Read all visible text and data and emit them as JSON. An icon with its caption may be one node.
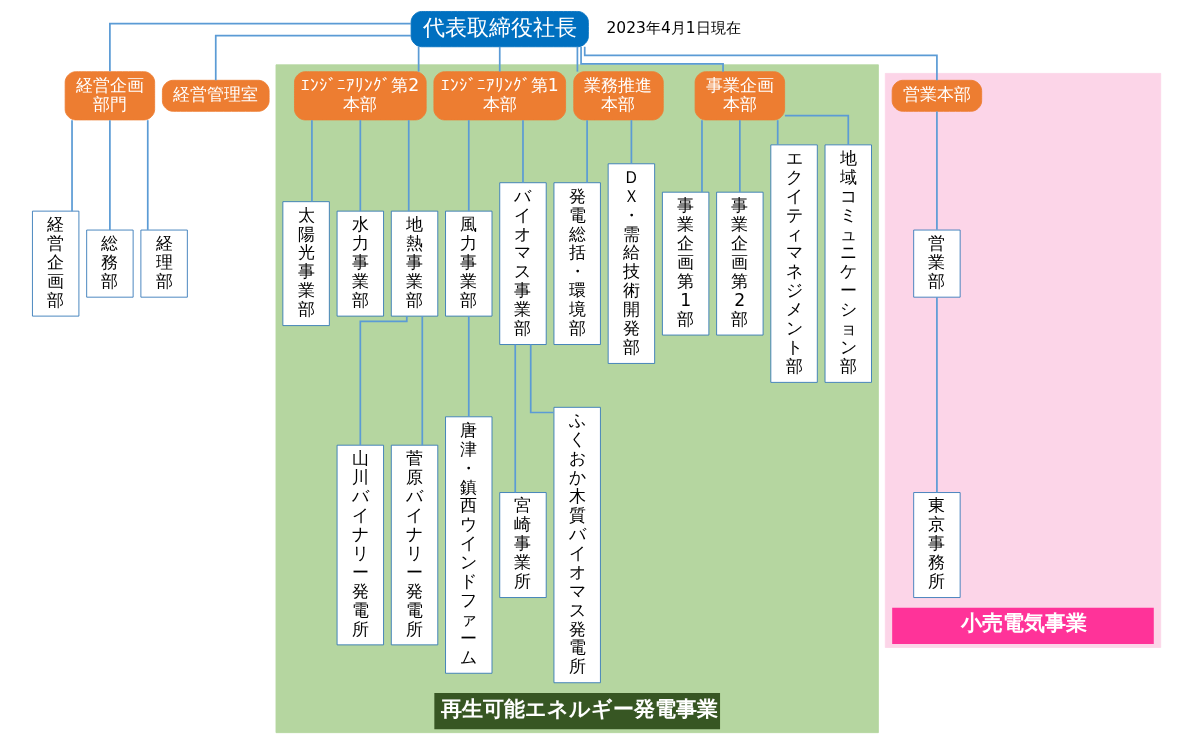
{
  "diagram": {
    "nodes": [
      {
        "text": [
          "代表取締役社長"
        ]
      },
      {
        "text": [
          "経営企画部門"
        ]
      },
      {
        "text": [
          "経営企画部"
        ]
      },
      {
        "text": [
          "総務部"
        ]
      },
      {
        "text": [
          "経理部"
        ]
      },
      {
        "text": [
          "経営管理室"
        ]
      },
      {
        "text": [
          "再生可能エネルギー発電事業"
        ]
      },
      {
        "text": [
          "事業企画本部"
        ],
        "in": 6
      },
      {
        "text": [
          "事業企画第1部"
        ],
        "in": 6
      },
      {
        "text": [
          "事業企画第2部"
        ],
        "in": 6
      },
      {
        "text": [
          "エクイティマネジメント部"
        ],
        "in": 6
      },
      {
        "text": [
          "地域コミュニケーション部"
        ],
        "in": 6
      },
      {
        "text": [
          "業務推進本部"
        ],
        "in": 6
      },
      {
        "text": [
          "発電総括・環境部"
        ],
        "in": 6
      },
      {
        "text": [
          "ＤＸ・需給技術開発部"
        ],
        "in": 6
      },
      {
        "text": [
          "ｴﾝｼﾞﾆｱﾘﾝｸﾞ第1本部"
        ],
        "in": 6
      },
      {
        "text": [
          "風力事業部"
        ],
        "in": 6
      },
      {
        "text": [
          "バイオマス事業部"
        ],
        "in": 6
      },
      {
        "text": [
          "唐津・鎮西ウインドファーム"
        ],
        "in": 6
      },
      {
        "text": [
          "宮崎事業所"
        ],
        "in": 6
      },
      {
        "text": [
          "ふくおか木質バイオマス発電所"
        ],
        "in": 6
      },
      {
        "text": [
          "ｴﾝｼﾞﾆｱﾘﾝｸﾞ第2本部"
        ],
        "in": 6
      },
      {
        "text": [
          "太陽光事業部"
        ],
        "in": 6
      },
      {
        "text": [
          "水力事業部"
        ],
        "in": 6
      },
      {
        "text": [
          "地熱事業部"
        ],
        "in": 6
      },
      {
        "text": [
          "山川バイナリー発電所"
        ],
        "in": 6
      },
      {
        "text": [
          "菅原バイナリー発電所"
        ],
        "in": 6
      },
      {
        "text": [
          "小売電気事業"
        ]
      },
      {
        "text": [
          "営業本部"
        ],
        "in": 27
      },
      {
        "text": [
          "営業部"
        ],
        "in": 27
      },
      {
        "text": [
          "東京事務所"
        ],
        "in": 27
      }
    ],
    "edges": [
      {
        "from": 0,
        "to": 1,
        "arrow": "none"
      },
      {
        "from": 0,
        "to": 5,
        "arrow": "none"
      },
      {
        "from": 0,
        "to": 7,
        "arrow": "none"
      },
      {
        "from": 0,
        "to": 12,
        "arrow": "none"
      },
      {
        "from": 0,
        "to": 15,
        "arrow": "none"
      },
      {
        "from": 0,
        "to": 21,
        "arrow": "none"
      },
      {
        "from": 0,
        "to": 28,
        "arrow": "none"
      },
      {
        "from": 1,
        "to": 2,
        "arrow": "none"
      },
      {
        "from": 1,
        "to": 3,
        "arrow": "none"
      },
      {
        "from": 1,
        "to": 4,
        "arrow": "none"
      },
      {
        "from": 7,
        "to": 8,
        "arrow": "none"
      },
      {
        "from": 7,
        "to": 9,
        "arrow": "none"
      },
      {
        "from": 7,
        "to": 10,
        "arrow": "none"
      },
      {
        "from": 7,
        "to": 11,
        "arrow": "none"
      },
      {
        "from": 12,
        "to": 13,
        "arrow": "none"
      },
      {
        "from": 12,
        "to": 14,
        "arrow": "none"
      },
      {
        "from": 15,
        "to": 16,
        "arrow": "none"
      },
      {
        "from": 15,
        "to": 17,
        "arrow": "none"
      },
      {
        "from": 16,
        "to": 18,
        "arrow": "none"
      },
      {
        "from": 17,
        "to": 19,
        "arrow": "none"
      },
      {
        "from": 17,
        "to": 20,
        "arrow": "none"
      },
      {
        "from": 21,
        "to": 22,
        "arrow": "none"
      },
      {
        "from": 21,
        "to": 23,
        "arrow": "none"
      },
      {
        "from": 21,
        "to": 24,
        "arrow": "none"
      },
      {
        "from": 24,
        "to": 25,
        "arrow": "none"
      },
      {
        "from": 24,
        "to": 26,
        "arrow": "none"
      },
      {
        "from": 28,
        "to": 29,
        "arrow": "none"
      },
      {
        "from": 29,
        "to": 30,
        "arrow": "none"
      }
    ],
    "labels": [
      "2023年4月1日現在"
    ]
  }
}
